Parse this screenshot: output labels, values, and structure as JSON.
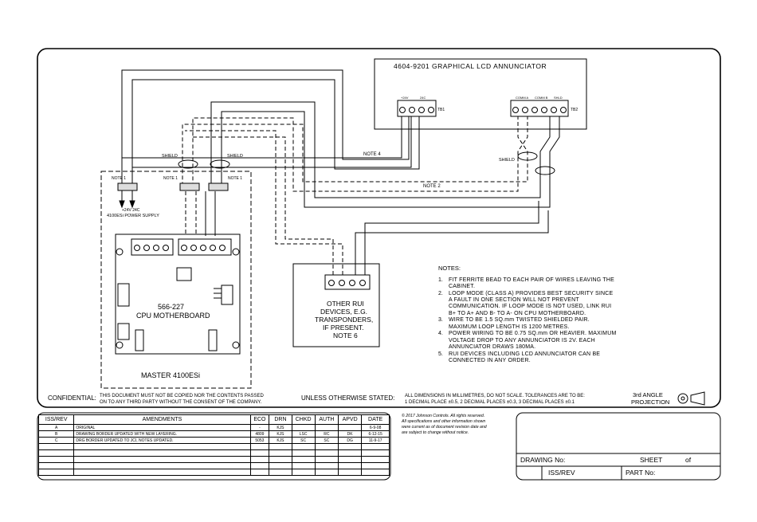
{
  "annunciator": {
    "title": "4604-9201 GRAPHICAL LCD ANNUNCIATOR",
    "tb1": "TB1",
    "tb2": "TB2",
    "tb1_labels": [
      "+24V",
      "24C"
    ],
    "tb2_labels": [
      "COMM A",
      "COMM B",
      "SHLD"
    ]
  },
  "wiring": {
    "note4": "NOTE 4",
    "note2": "NOTE 2",
    "shield_left": "SHIELD",
    "shield_mid": "SHIELD",
    "shield_right": "SHIELD",
    "note1_a": "NOTE 1",
    "note1_b": "NOTE 1",
    "note1_c": "NOTE 1"
  },
  "panel": {
    "power_labels": "+24V   24C",
    "power_supply": "4100ESi POWER SUPPLY",
    "board_number": "566-227",
    "board_name": "CPU MOTHERBOARD",
    "master": "MASTER 4100ESi"
  },
  "rui": {
    "line1": "OTHER RUI",
    "line2": "DEVICES, E.G.",
    "line3": "TRANSPONDERS,",
    "line4": "IF PRESENT.",
    "line5": "NOTE 6"
  },
  "notes": {
    "heading": "NOTES:",
    "items": [
      {
        "num": "1.",
        "lines": [
          "FIT FERRITE BEAD TO EACH PAIR OF WIRES LEAVING THE",
          "CABINET."
        ]
      },
      {
        "num": "2.",
        "lines": [
          "LOOP MODE (CLASS A) PROVIDES BEST SECURITY SINCE",
          "A FAULT IN ONE SECTION WILL NOT PREVENT",
          "COMMUNICATION. IF LOOP MODE IS NOT USED, LINK RUI",
          "B+ TO A+ AND B- TO A- ON CPU MOTHERBOARD."
        ]
      },
      {
        "num": "3.",
        "lines": [
          "WIRE TO BE 1.5 SQ.mm TWISTED SHIELDED PAIR.",
          "MAXIMUM LOOP LENGTH IS 1200 METRES."
        ]
      },
      {
        "num": "4.",
        "lines": [
          "POWER WIRING TO BE 0.75 SQ.mm OR HEAVIER. MAXIMUM",
          "VOLTAGE DROP TO ANY ANNUNCIATOR IS 2V. EACH",
          "ANNUNCIATOR DRAWS 180MA."
        ]
      },
      {
        "num": "5.",
        "lines": [
          "RUI DEVICES INCLUDING LCD ANNUNCIATOR CAN BE",
          "CONNECTED IN ANY ORDER."
        ]
      }
    ]
  },
  "footer": {
    "confidential_label": "CONFIDENTIAL:",
    "confidential_line1": "THIS DOCUMENT MUST NOT BE COPIED NOR THE CONTENTS PASSED",
    "confidential_line2": "ON TO ANY THIRD PARTY WITHOUT THE CONSENT OF THE COMPANY.",
    "unless": "UNLESS OTHERWISE STATED:",
    "dims1": "ALL DIMENSIONS IN MILLIMETRES, DO NOT SCALE. TOLERANCES ARE TO BE:",
    "dims2": "1 DECIMAL PLACE ±0.5, 2 DECIMAL PLACES ±0.3, 3 DECIMAL PLACES ±0.1",
    "projection1": "3rd ANGLE",
    "projection2": "PROJECTION"
  },
  "revisions": {
    "headers": [
      "ISS/REV",
      "AMENDMENTS",
      "ECO",
      "DRN",
      "CHKD",
      "AUTH",
      "APVD",
      "DATE"
    ],
    "rows": [
      [
        "A",
        "ORIGINAL",
        "-",
        "KJS",
        "",
        "",
        "",
        "6-9-08"
      ],
      [
        "B",
        "DRAWING BORDER UPDATED WITH NEW LAYERING.",
        "4809",
        "KJS",
        "LSC",
        "RC",
        "DK",
        "6-12-15"
      ],
      [
        "C",
        "DRG BORDER UPDATED TO JCI, NOTES UPDATED.",
        "5053",
        "KJS",
        "SC",
        "SC",
        "DG",
        "11-9-17"
      ],
      [
        "",
        "",
        "",
        "",
        "",
        "",
        "",
        ""
      ],
      [
        "",
        "",
        "",
        "",
        "",
        "",
        "",
        ""
      ],
      [
        "",
        "",
        "",
        "",
        "",
        "",
        "",
        ""
      ],
      [
        "",
        "",
        "",
        "",
        "",
        "",
        "",
        ""
      ],
      [
        "",
        "",
        "",
        "",
        "",
        "",
        "",
        ""
      ]
    ]
  },
  "copyright": {
    "line1": "© 2017 Johnson Controls. All rights reserved.",
    "line2": "All specifications and other information shown",
    "line3": "were current as of document revision date and",
    "line4": "are subject to change without notice."
  },
  "titleblock": {
    "drawing_no": "DRAWING No:",
    "sheet": "SHEET",
    "of": "of",
    "iss_rev": "ISS/REV",
    "part_no": "PART No:"
  }
}
